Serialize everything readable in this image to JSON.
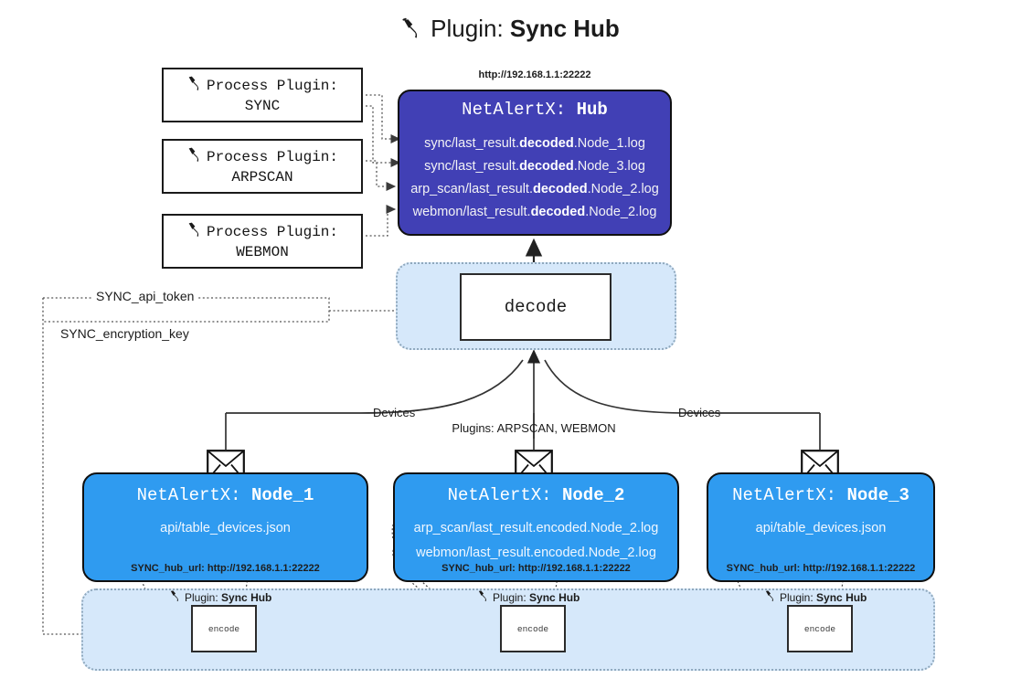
{
  "title": {
    "icon": "plug-icon",
    "prefix": "Plugin:",
    "name": "Sync Hub"
  },
  "colors": {
    "hub": "#4140b5",
    "node": "#2f9bf0",
    "container": "#d6e8fa",
    "container_border": "#8fa8bd",
    "box_border": "#101010",
    "text_dark": "#1b1b1b"
  },
  "process_plugins": [
    {
      "icon": "plug-icon",
      "line1": "Process Plugin:",
      "line2": "SYNC"
    },
    {
      "icon": "plug-icon",
      "line1": "Process Plugin:",
      "line2": "ARPSCAN"
    },
    {
      "icon": "plug-icon",
      "line1": "Process Plugin:",
      "line2": "WEBMON"
    }
  ],
  "hub": {
    "url": "http://192.168.1.1:22222",
    "title_prefix": "NetAlertX:",
    "title_name": "Hub",
    "logs": [
      {
        "pre": "sync/last_result.",
        "mid": "decoded",
        "post": ".Node_1.log"
      },
      {
        "pre": "sync/last_result.",
        "mid": "decoded",
        "post": ".Node_3.log"
      },
      {
        "pre": "arp_scan/last_result.",
        "mid": "decoded",
        "post": ".Node_2.log"
      },
      {
        "pre": "webmon/last_result.",
        "mid": "decoded",
        "post": ".Node_2.log"
      }
    ]
  },
  "decode": {
    "label": "decode"
  },
  "secrets": [
    {
      "label": "SYNC_api_token"
    },
    {
      "label": "SYNC_encryption_key"
    }
  ],
  "edge_labels": {
    "devices_left": "Devices",
    "devices_right": "Devices",
    "plugins_center": "Plugins: ARPSCAN, WEBMON"
  },
  "nodes": [
    {
      "title_prefix": "NetAlertX:",
      "title_name": "Node_1",
      "lines": [
        "api/table_devices.json"
      ],
      "footer": "SYNC_hub_url: http://192.168.1.1:22222",
      "envelope_icon": "envelope-icon"
    },
    {
      "title_prefix": "NetAlertX:",
      "title_name": "Node_2",
      "lines": [
        "arp_scan/last_result.encoded.Node_2.log",
        "webmon/last_result.encoded.Node_2.log"
      ],
      "footer": "SYNC_hub_url: http://192.168.1.1:22222",
      "envelope_icon": "envelope-icon"
    },
    {
      "title_prefix": "NetAlertX:",
      "title_name": "Node_3",
      "lines": [
        "api/table_devices.json"
      ],
      "footer": "SYNC_hub_url: http://192.168.1.1:22222",
      "envelope_icon": "envelope-icon"
    }
  ],
  "encoders": [
    {
      "icon": "plug-icon",
      "label_prefix": "Plugin:",
      "label_name": "Sync Hub",
      "box": "encode"
    },
    {
      "icon": "plug-icon",
      "label_prefix": "Plugin:",
      "label_name": "Sync Hub",
      "box": "encode"
    },
    {
      "icon": "plug-icon",
      "label_prefix": "Plugin:",
      "label_name": "Sync Hub",
      "box": "encode"
    }
  ]
}
